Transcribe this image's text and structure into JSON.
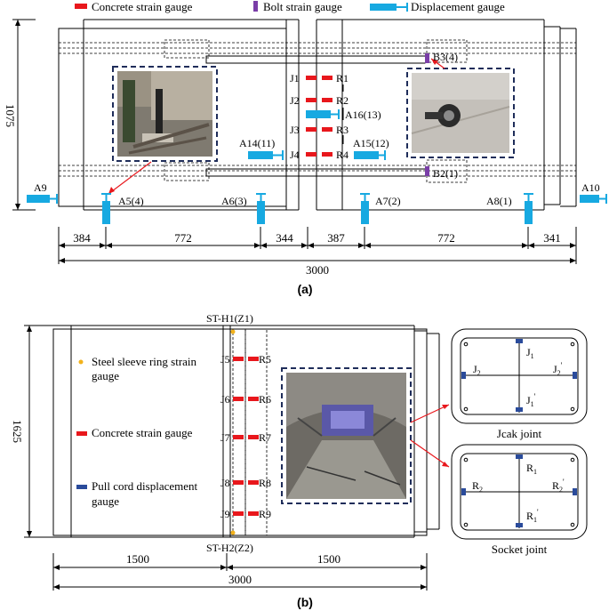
{
  "legend_a": {
    "concrete": "Concrete strain gauge",
    "bolt": "Bolt strain gauge",
    "displacement": "Displacement gauge"
  },
  "colors": {
    "concrete": "#e8171c",
    "bolt": "#7a3ea8",
    "displacement": "#17a9e1",
    "sleeve": "#f2b21b",
    "pullcord": "#2a4b9b"
  },
  "panel_a": {
    "height_dim": "1075",
    "total_dim": "3000",
    "segments": [
      "384",
      "772",
      "344",
      "387",
      "772",
      "341"
    ],
    "caption": "(a)",
    "labels_left": [
      "J1",
      "J2",
      "J3",
      "J4"
    ],
    "labels_right": [
      "R1",
      "R2",
      "R3",
      "R4"
    ],
    "bolt_labels": [
      "B3(4)",
      "B2(1)"
    ],
    "disp_labels": {
      "a9": "A9",
      "a10": "A10",
      "a5": "A5(4)",
      "a6": "A6(3)",
      "a7": "A7(2)",
      "a8": "A8(1)",
      "a14": "A14(11)",
      "a15": "A15(12)",
      "a16": "A16(13)"
    }
  },
  "panel_b": {
    "height_dim": "1625",
    "total_dim": "3000",
    "segments": [
      "1500",
      "1500"
    ],
    "caption": "(b)",
    "top_label": "ST-H1(Z1)",
    "bottom_label": "ST-H2(Z2)",
    "labels_left": [
      "J5",
      "J6",
      "J7",
      "J8",
      "J9"
    ],
    "labels_right": [
      "R5",
      "R6",
      "R7",
      "R8",
      "R9"
    ],
    "legend": {
      "sleeve_line1": "Steel sleeve ring strain",
      "sleeve_line2": "gauge",
      "concrete": "Concrete strain gauge",
      "pull_line1": "Pull cord displacement",
      "pull_line2": "gauge"
    },
    "jcak": {
      "title": "Jcak joint",
      "top": "J",
      "top_sub": "1",
      "left": "J",
      "left_sub": "2",
      "right": "J",
      "right_sub": "2",
      "right_sup": "'",
      "bottom": "J",
      "bottom_sub": "1",
      "bottom_sup": "'"
    },
    "socket": {
      "title": "Socket joint",
      "top": "R",
      "top_sub": "1",
      "left": "R",
      "left_sub": "2",
      "right": "R",
      "right_sub": "2",
      "right_sup": "'",
      "bottom": "R",
      "bottom_sub": "1",
      "bottom_sup": "'"
    }
  }
}
